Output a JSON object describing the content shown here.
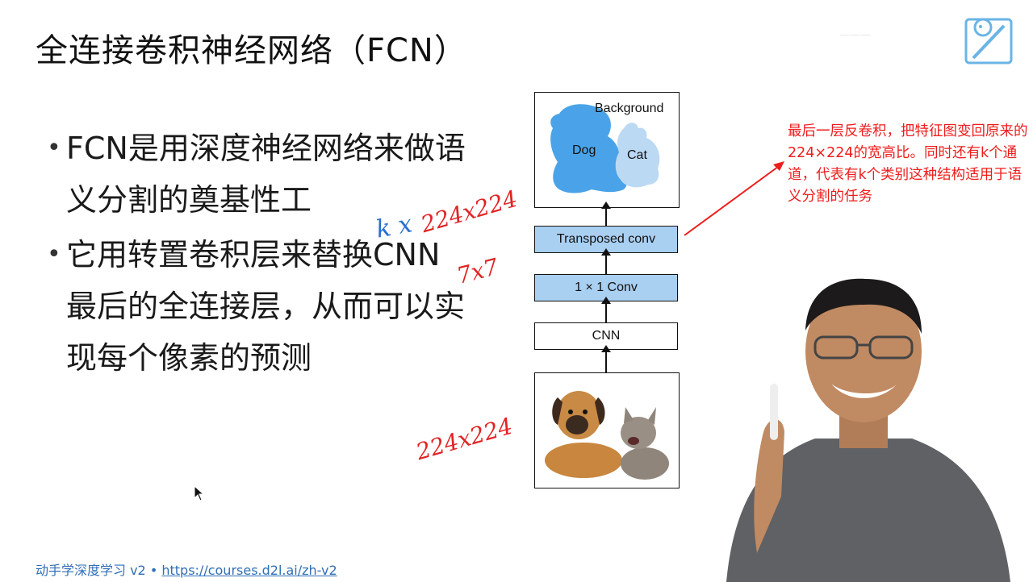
{
  "slide": {
    "title": "全连接卷积神经网络（FCN）",
    "bullets": [
      "FCN是用深度神经网络来做语义分割的奠基性工",
      "它用转置卷积层来替换CNN最后的全连接层，从而可以实现每个像素的预测"
    ]
  },
  "diagram": {
    "output_labels": {
      "background": "Background",
      "dog": "Dog",
      "cat": "Cat"
    },
    "layers": {
      "transposed_conv": "Transposed conv",
      "conv1x1": "1 × 1 Conv",
      "cnn": "CNN"
    }
  },
  "annotation": "最后一层反卷积，把特征图变回原来的224×224的宽高比。同时还有k个通道，代表有k个类别这种结构适用于语义分割的任务",
  "handwriting": {
    "output_size": "224x224",
    "channels": "k x",
    "feature_size": "7x7",
    "input_size": "224x224"
  },
  "footer": {
    "course": "动手学深度学习 v2 •",
    "link": "https://courses.d2l.ai/zh-v2"
  },
  "colors": {
    "accent_blue": "#a9cff1",
    "mask_blue": "#4aa3e8",
    "annotation_red": "#ee1c1c",
    "link_blue": "#2f6fb6"
  }
}
